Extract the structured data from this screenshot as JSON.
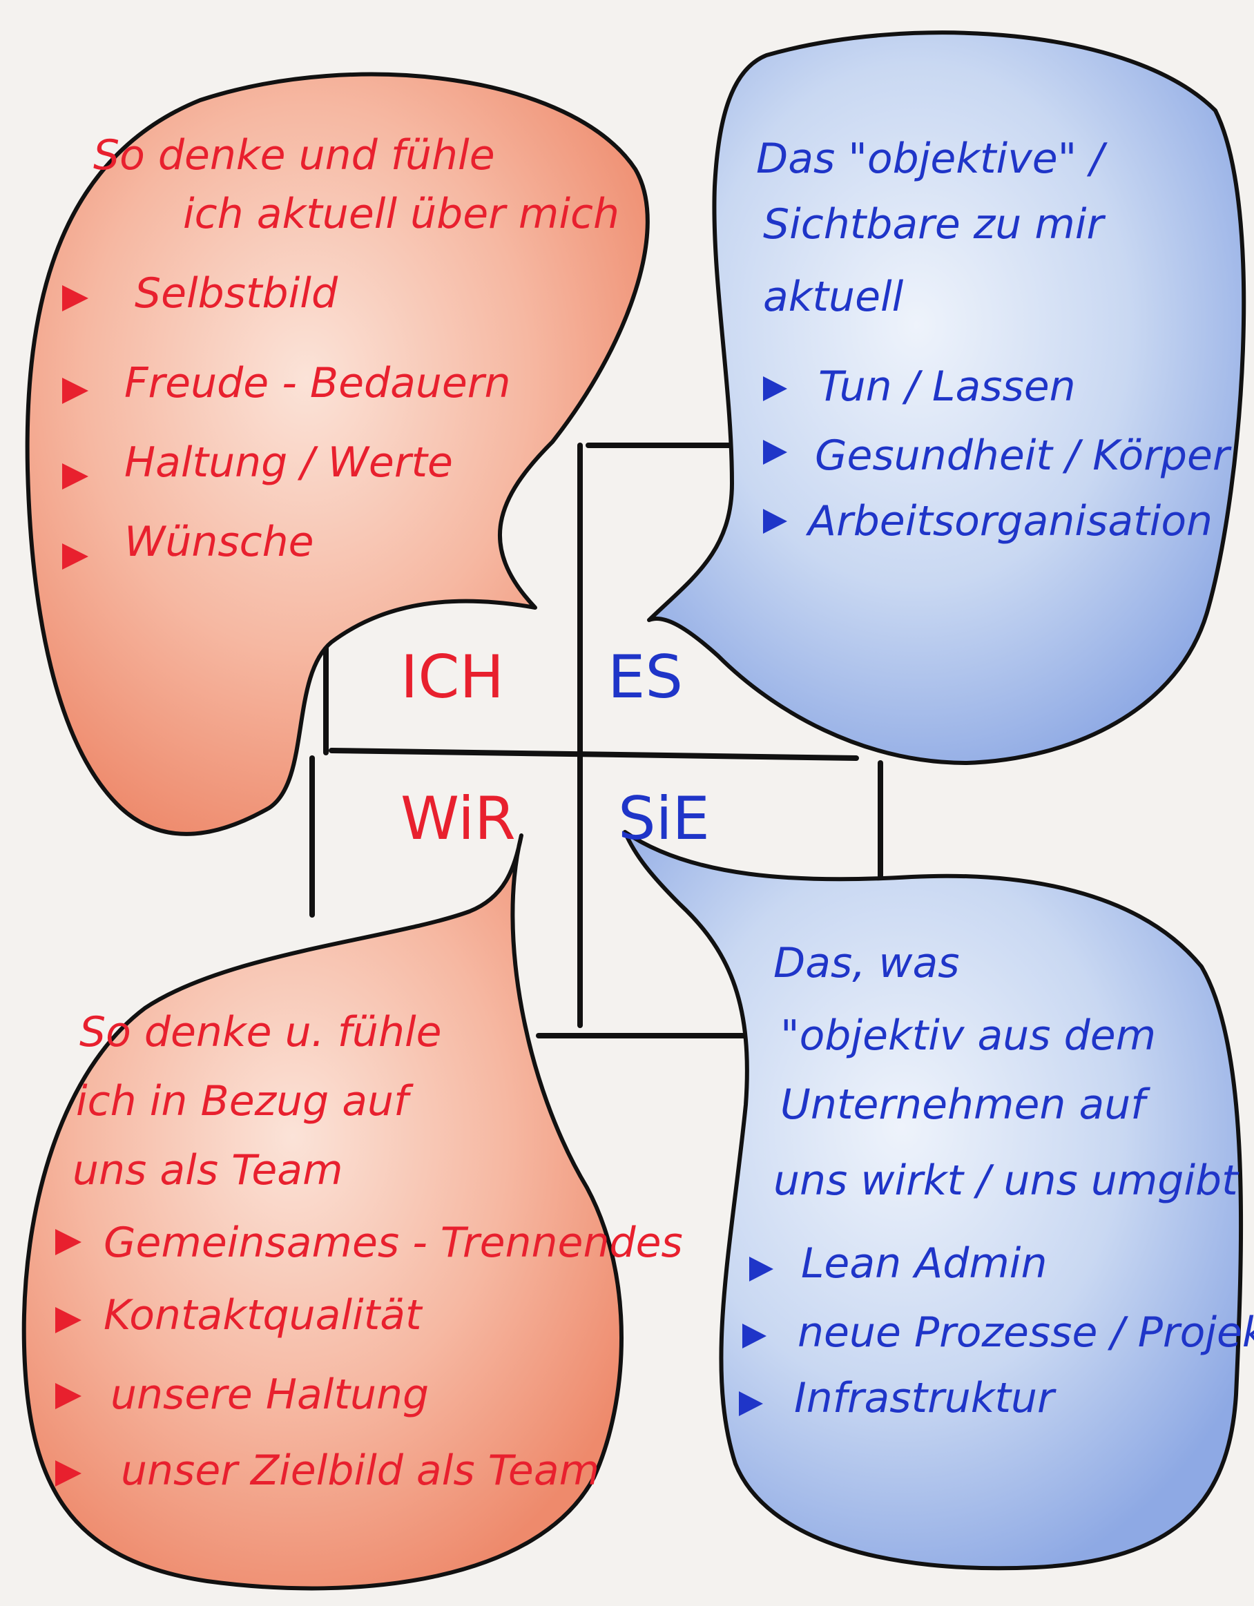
{
  "colors": {
    "ich_text": "#e8202e",
    "es_text": "#1f35c8",
    "ich_fill": "#f4a58d",
    "es_fill": "#b9cdf0",
    "outline": "#111111"
  },
  "center": {
    "ich": "ICH",
    "es": "ES",
    "wir": "WiR",
    "sie": "SiE"
  },
  "ich_quadrant": {
    "heading": [
      "So denke und fühle",
      "ich aktuell über mich"
    ],
    "items": [
      "Selbstbild",
      "Freude - Bedauern",
      "Haltung / Werte",
      "Wünsche"
    ]
  },
  "es_quadrant": {
    "heading": [
      "Das \"objektive\" /",
      "Sichtbare zu mir",
      "aktuell"
    ],
    "items": [
      "Tun / Lassen",
      "Gesundheit / Körper",
      "Arbeitsorganisation"
    ]
  },
  "wir_quadrant": {
    "heading": [
      "So denke u. fühle",
      "ich in Bezug auf",
      "uns als Team"
    ],
    "items": [
      "Gemeinsames - Trennendes",
      "Kontaktqualität",
      "unsere Haltung",
      "unser Zielbild als Team"
    ]
  },
  "sie_quadrant": {
    "heading": [
      "Das, was",
      "\"objektiv aus dem",
      "Unternehmen auf",
      "uns wirkt / uns umgibt"
    ],
    "items": [
      "Lean Admin",
      "neue Prozesse / Projekte",
      "Infrastruktur"
    ]
  }
}
